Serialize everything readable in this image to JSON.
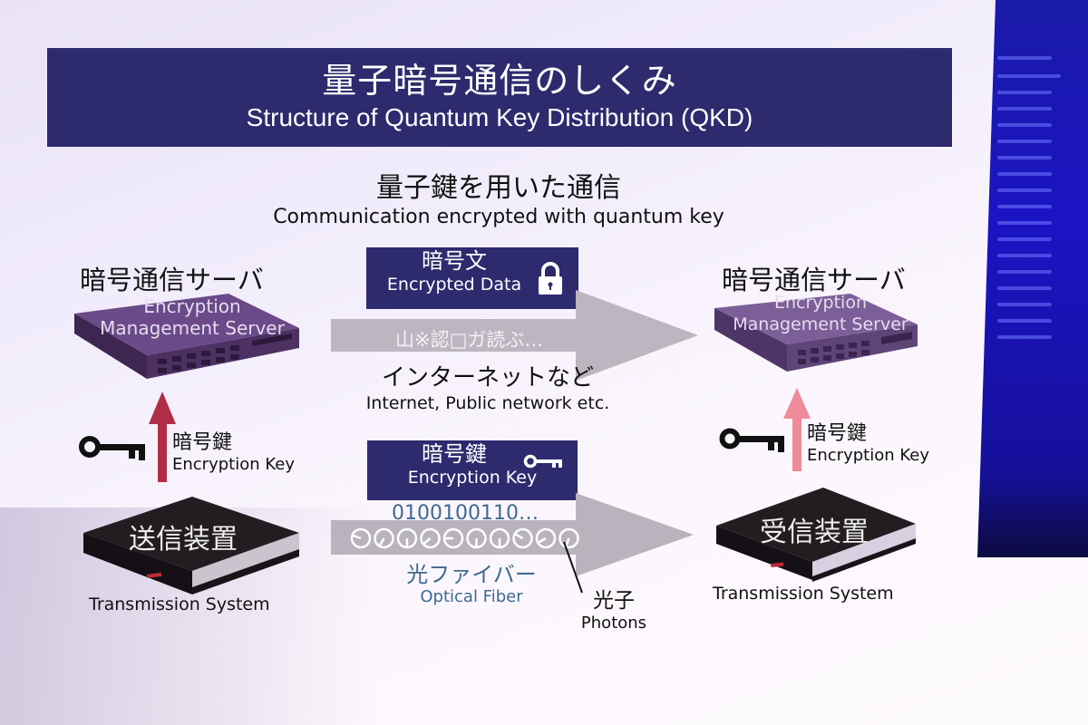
{
  "header": {
    "title_jp": "量子暗号通信のしくみ",
    "title_en": "Structure of Quantum Key Distribution (QKD)"
  },
  "subheader": {
    "title_jp": "量子鍵を用いた通信",
    "title_en": "Communication encrypted with quantum key"
  },
  "left": {
    "server_jp": "暗号通信サーバ",
    "server_en_line1": "Encryption",
    "server_en_line2": "Management Server",
    "key_jp": "暗号鍵",
    "key_en": "Encryption Key",
    "device_jp": "送信装置",
    "device_en": "Transmission System"
  },
  "right": {
    "server_jp": "暗号通信サーバ",
    "server_en_line1": "Encryption",
    "server_en_line2": "Management Server",
    "key_jp": "暗号鍵",
    "key_en": "Encryption Key",
    "device_jp": "受信装置",
    "device_en": "Transmission System"
  },
  "upper_channel": {
    "tag_jp": "暗号文",
    "tag_en": "Encrypted Data",
    "tag_icon": "lock-icon",
    "arrow_text": "山※認□ガ読ぶ…",
    "label_jp": "インターネットなど",
    "label_en": "Internet, Public network etc."
  },
  "lower_channel": {
    "tag_jp": "暗号鍵",
    "tag_en": "Encryption Key",
    "tag_icon": "key-icon",
    "bits": "0100100110…",
    "photon_count": 10,
    "label_jp": "光ファイバー",
    "label_en": "Optical Fiber",
    "photons_jp": "光子",
    "photons_en": "Photons"
  },
  "colors": {
    "banner": "#2e2a6e",
    "server": "#5d3f78",
    "device": "#231d22",
    "arrow_gray": "#b9b3bd",
    "left_key_arrow": "#b02e45",
    "right_key_arrow": "#f08a9a",
    "fiber_text": "#3f6a90"
  }
}
